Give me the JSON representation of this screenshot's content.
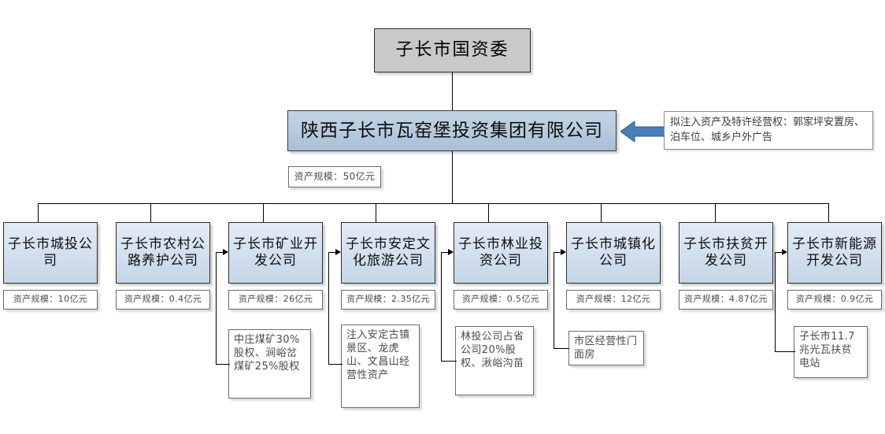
{
  "diagram": {
    "title_root": "子长市国资委",
    "main_company": "陕西子长市瓦窑堡投资集团有限公司",
    "main_asset_note": "资产规模：50亿元",
    "callout": "拟注入资产及特许经营权：郭家坪安置房、泊车位、城乡户外广告",
    "subsidiaries": [
      {
        "name": "子长市城投公司",
        "asset": "资产规模：10亿元",
        "detail": ""
      },
      {
        "name": "子长市农村公路养护公司",
        "asset": "资产规模：0.4亿元",
        "detail": ""
      },
      {
        "name": "子长市矿业开发公司",
        "asset": "资产规模：26亿元",
        "detail": "中庄煤矿30%股权、涧峪岔煤矿25%股权"
      },
      {
        "name": "子长市安定文化旅游公司",
        "asset": "资产规模：2.35亿元",
        "detail": "注入安定古镇景区、龙虎山、文昌山经营性资产"
      },
      {
        "name": "子长市林业投资公司",
        "asset": "资产规模：0.5亿元",
        "detail": "林投公司占省公司20%股权、湫峪沟苗"
      },
      {
        "name": "子长市城镇化公司",
        "asset": "资产规模：12亿元",
        "detail": "市区经营性门面房"
      },
      {
        "name": "子长市扶贫开发公司",
        "asset": "资产规模：4.87亿元",
        "detail": ""
      },
      {
        "name": "子长市新能源开发公司",
        "asset": "资产规模：0.9亿元",
        "detail": "子长市11.7兆光瓦扶贫电站"
      }
    ],
    "colors": {
      "root_fill": "#c9c9c9",
      "main_fill": "#b6c9dd",
      "sub_fill": "#d3e0ee",
      "arrow_fill": "#4a7ebb",
      "line": "#000000",
      "note_text": "#4b4b4b"
    }
  }
}
